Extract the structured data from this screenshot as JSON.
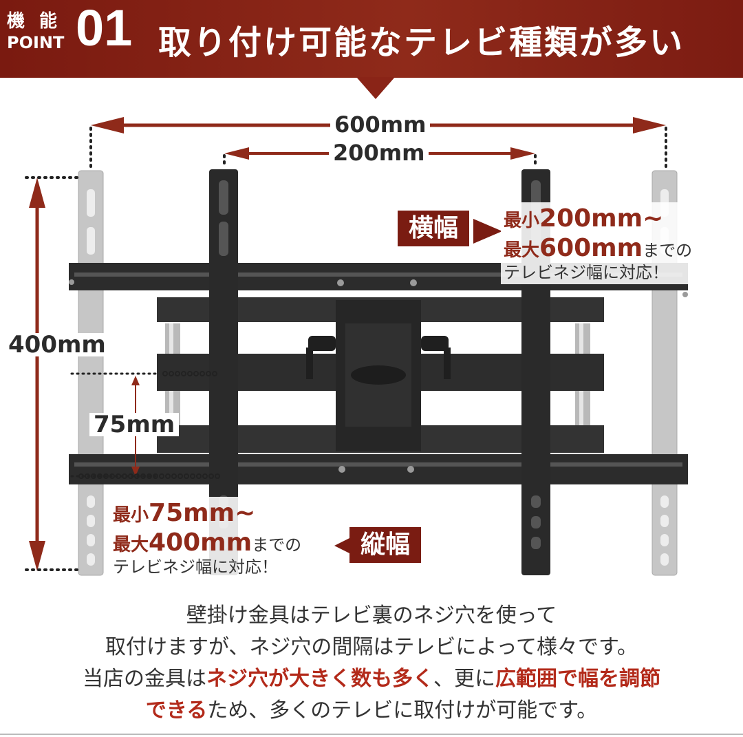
{
  "header": {
    "kino": "機 能",
    "point": "POINT",
    "number": "01",
    "title": "取り付け可能なテレビ種類が多い"
  },
  "dimensions": {
    "width_outer": "600mm",
    "width_inner": "200mm",
    "height_outer": "400mm",
    "height_inner": "75mm"
  },
  "horizontal": {
    "tag": "横幅",
    "line1_prefix": "最小",
    "line1_value": "200mm~",
    "line2_prefix": "最大",
    "line2_value": "600mm",
    "line2_suffix": "までの",
    "line3": "テレビネジ幅に対応！"
  },
  "vertical": {
    "tag": "縦幅",
    "line1_prefix": "最小",
    "line1_value": "75mm~",
    "line2_prefix": "最大",
    "line2_value": "400mm",
    "line2_suffix": "までの",
    "line3": "テレビネジ幅に対応！"
  },
  "description": {
    "l1": "壁掛け金具はテレビ裏のネジ穴を使って",
    "l2": "取付けますが、ネジ穴の間隔はテレビによって様々です。",
    "l3_a": "当店の金具は",
    "l3_b": "ネジ穴が大きく数も多く",
    "l3_c": "、更に",
    "l3_d": "広範囲で幅を調節",
    "l4_a": "できる",
    "l4_b": "ため、多くのテレビに取付けが可能です。"
  },
  "colors": {
    "brand_red": "#7a1c12",
    "highlight_red": "#b32a1a",
    "mount_black": "#2a2a2a",
    "rail_grey": "#c8c8c8"
  }
}
